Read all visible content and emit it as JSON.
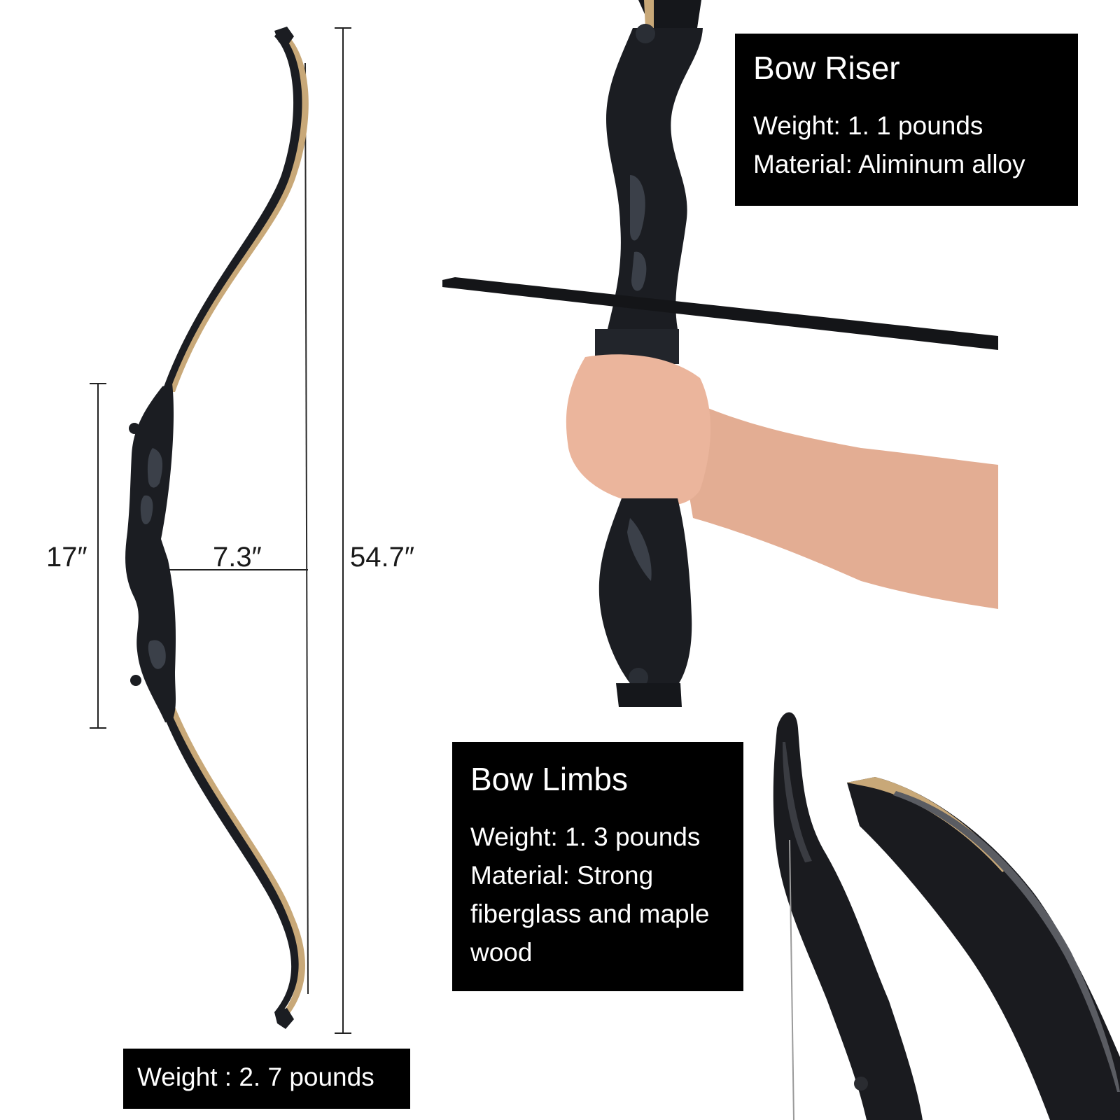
{
  "dimensions": {
    "riser_length": "17″",
    "brace_height": "7.3″",
    "bow_length": "54.7″"
  },
  "riser_box": {
    "title": "Bow Riser",
    "weight": "Weight: 1. 1 pounds",
    "material": "Material: Aliminum alloy"
  },
  "limbs_box": {
    "title": "Bow Limbs",
    "weight": "Weight: 1. 3 pounds",
    "material_lines": [
      "Material: Strong",
      "fiberglass and maple",
      "wood"
    ]
  },
  "total_weight": "Weight : 2. 7 pounds",
  "colors": {
    "bow_black": "#1b1d22",
    "limb_wood": "#c8a878",
    "skin": "#e8b39a",
    "label_bg": "#000000",
    "label_text": "#ffffff"
  }
}
